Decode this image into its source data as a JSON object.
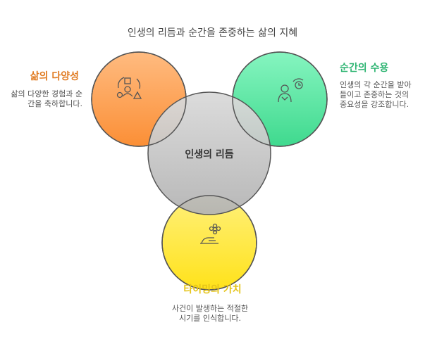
{
  "title": "인생의 리듬과 순간을 존중하는 삶의 지혜",
  "center": {
    "label": "인생의 리듬"
  },
  "left": {
    "heading": "삶의 다양성",
    "desc": "삶의 다양한 경험과 순간을 축하합니다.",
    "color": "#e07a20"
  },
  "right": {
    "heading": "순간의 수용",
    "desc": "인생의 각 순간을 받아들이고 존중하는 것의 중요성을 강조합니다.",
    "color": "#2fb573"
  },
  "bottom": {
    "heading": "타이밍의 가치",
    "desc": "사건이 발생하는 적절한 시기를 인식합니다.",
    "color": "#e5c41a"
  }
}
